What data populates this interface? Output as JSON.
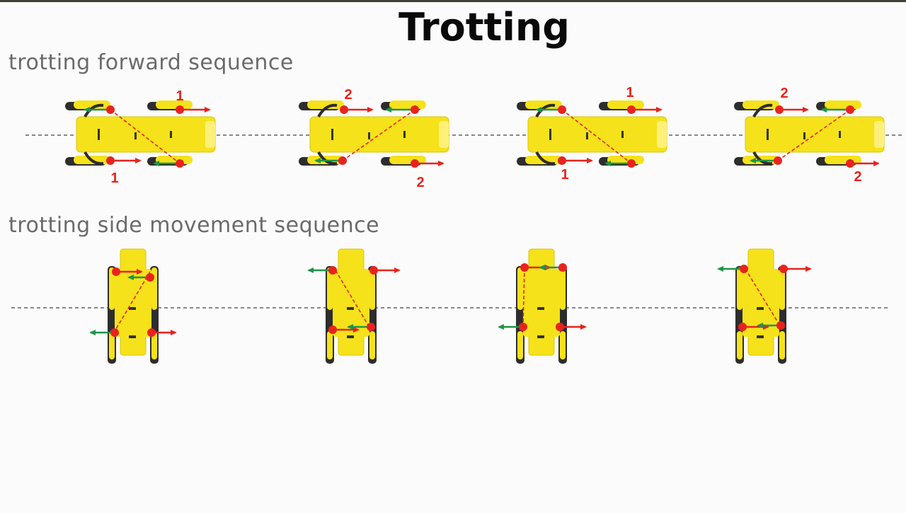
{
  "title": "Trotting",
  "sections": {
    "forward": {
      "label": "trotting forward sequence",
      "frames": [
        {
          "top_number": "1",
          "bottom_number": "1"
        },
        {
          "top_number": "2",
          "bottom_number": "2"
        },
        {
          "top_number": "1",
          "bottom_number": "1"
        },
        {
          "top_number": "2",
          "bottom_number": "2"
        }
      ]
    },
    "side": {
      "label": "trotting side movement sequence",
      "frames": [
        {},
        {},
        {},
        {}
      ]
    }
  },
  "colors": {
    "body": "#f5e21a",
    "body_shade": "#d9c40c",
    "leg_dark": "#2d2d2d",
    "joint": "#e8231d",
    "arrow_red": "#e8231d",
    "arrow_green": "#1f9447",
    "number": "#e8231d",
    "dashed": "#444444"
  }
}
